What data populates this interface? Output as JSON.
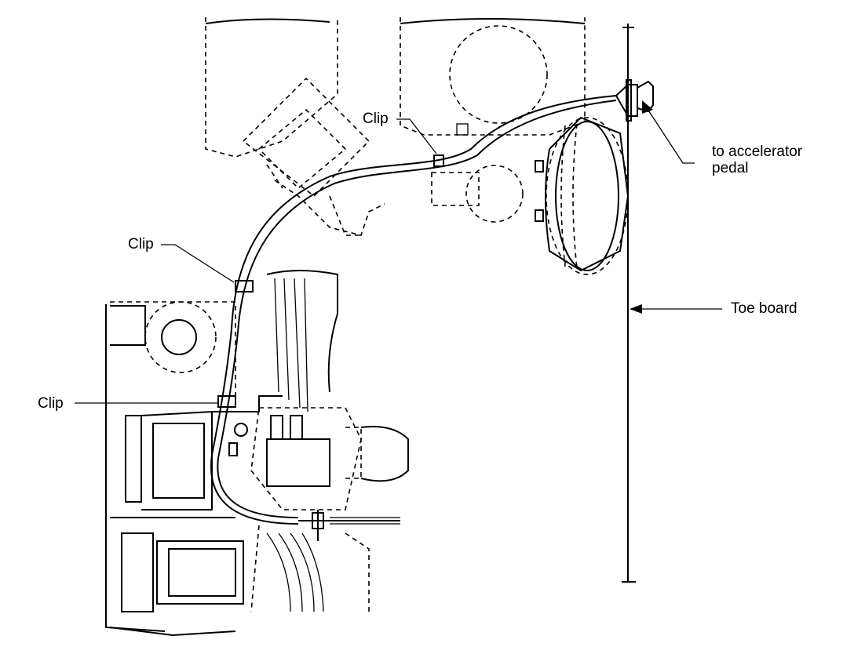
{
  "labels": {
    "clip_upper": "Clip",
    "clip_middle": "Clip",
    "clip_lower": "Clip",
    "accelerator_line1": "to accelerator",
    "accelerator_line2": "pedal",
    "toe_board": "Toe board"
  }
}
